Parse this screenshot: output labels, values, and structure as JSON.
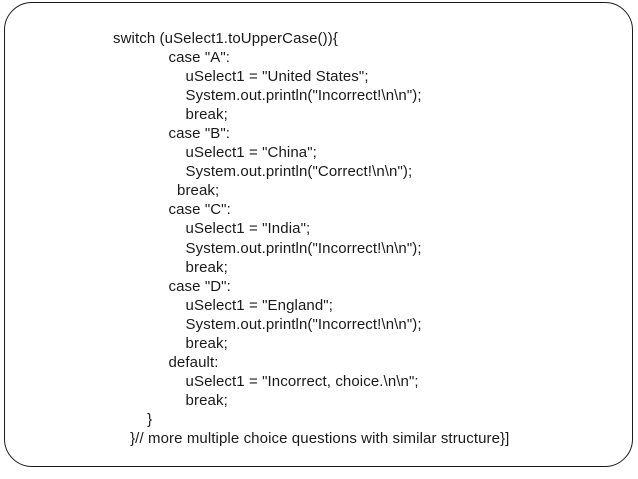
{
  "slide": {
    "background_color": "#ffffff",
    "border_color": "#1c1c1c",
    "text_color": "#1a1a1a"
  },
  "code": {
    "language": "java",
    "lines": [
      "switch (uSelect1.toUpperCase()){",
      "             case \"A\":",
      "                 uSelect1 = \"United States\";",
      "                 System.out.println(\"Incorrect!\\n\\n\");",
      "                 break;",
      "             case \"B\":",
      "                 uSelect1 = \"China\";",
      "                 System.out.println(\"Correct!\\n\\n\");",
      "               break;",
      "             case \"C\":",
      "                 uSelect1 = \"India\";",
      "                 System.out.println(\"Incorrect!\\n\\n\");",
      "                 break;",
      "             case \"D\":",
      "                 uSelect1 = \"England\";",
      "                 System.out.println(\"Incorrect!\\n\\n\");",
      "                 break;",
      "             default:",
      "                 uSelect1 = \"Incorrect, choice.\\n\\n\";",
      "                 break;",
      "        }",
      "    }// more multiple choice questions with similar structure}]"
    ]
  }
}
